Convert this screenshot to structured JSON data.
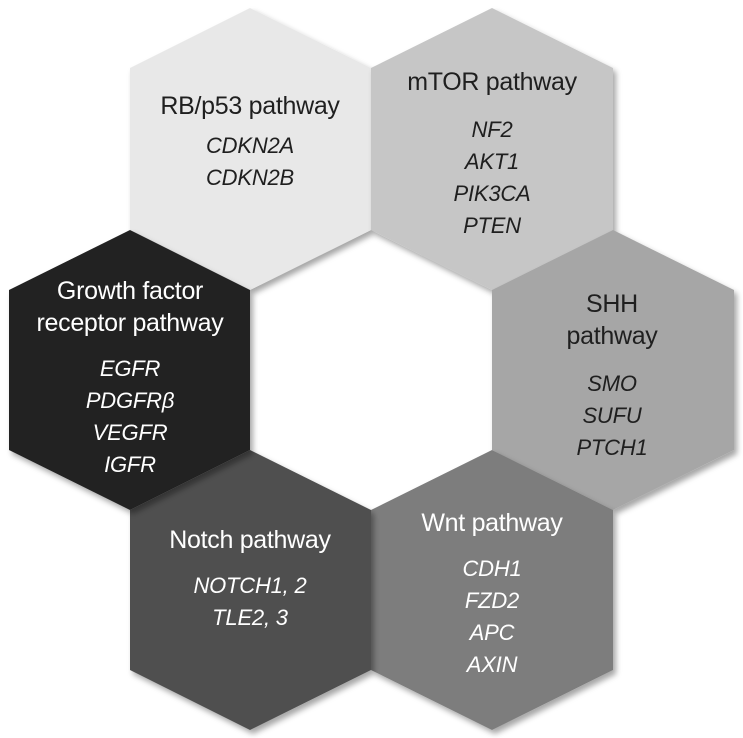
{
  "diagram": {
    "hexagons": [
      {
        "id": "rb-p53",
        "title_lines": [
          "RB/p53 pathway"
        ],
        "genes": [
          "CDKN2A",
          "CDKN2B"
        ],
        "fill": "#e8e8e8",
        "text_color": "#1f1f1f"
      },
      {
        "id": "mtor",
        "title_lines": [
          "mTOR pathway"
        ],
        "genes": [
          "NF2",
          "AKT1",
          "PIK3CA",
          "PTEN"
        ],
        "fill": "#c6c6c6",
        "text_color": "#1f1f1f"
      },
      {
        "id": "shh",
        "title_lines": [
          "SHH",
          "pathway"
        ],
        "genes": [
          "SMO",
          "SUFU",
          "PTCH1"
        ],
        "fill": "#a6a6a6",
        "text_color": "#1f1f1f"
      },
      {
        "id": "wnt",
        "title_lines": [
          "Wnt pathway"
        ],
        "genes": [
          "CDH1",
          "FZD2",
          "APC",
          "AXIN"
        ],
        "fill": "#7d7d7d",
        "text_color": "#ffffff"
      },
      {
        "id": "notch",
        "title_lines": [
          "Notch pathway"
        ],
        "genes": [
          "NOTCH1, 2",
          "TLE2, 3"
        ],
        "fill": "#4f4f4f",
        "text_color": "#ffffff"
      },
      {
        "id": "growth-factor",
        "title_lines": [
          "Growth factor",
          "receptor pathway"
        ],
        "genes": [
          "EGFR",
          "PDGFRβ",
          "VEGFR",
          "IGFR"
        ],
        "fill": "#232323",
        "text_color": "#ffffff"
      }
    ]
  }
}
